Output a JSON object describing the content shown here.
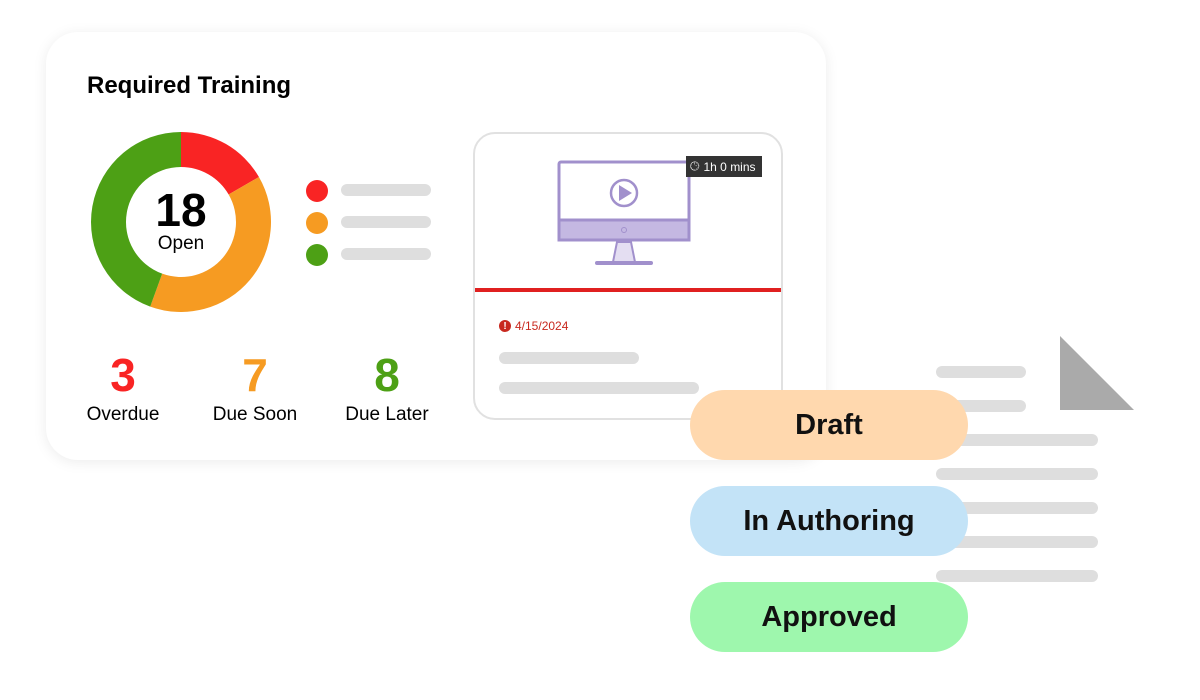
{
  "card": {
    "title": "Required Training",
    "center": {
      "value": "18",
      "label": "Open"
    },
    "chart_data": {
      "type": "pie",
      "title": "Required Training",
      "categories": [
        "Overdue",
        "Due Soon",
        "Due Later"
      ],
      "values": [
        3,
        7,
        8
      ],
      "colors": [
        "#f92424",
        "#f69b22",
        "#4da015"
      ]
    },
    "stats": [
      {
        "value": "3",
        "label": "Overdue",
        "color": "#f92424"
      },
      {
        "value": "7",
        "label": "Due Soon",
        "color": "#f69b22"
      },
      {
        "value": "8",
        "label": "Due Later",
        "color": "#4da015"
      }
    ]
  },
  "course": {
    "duration": "1h 0 mins",
    "due_date": "4/15/2024",
    "icon": "monitor-play-icon"
  },
  "statuses": [
    {
      "label": "Draft",
      "color": "#ffd8ae"
    },
    {
      "label": "In Authoring",
      "color": "#c3e3f7"
    },
    {
      "label": "Approved",
      "color": "#9ef7ad"
    }
  ]
}
